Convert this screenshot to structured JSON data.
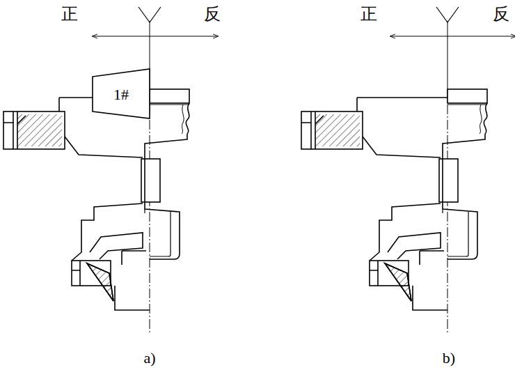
{
  "diagram": {
    "labels": [
      "正",
      "反",
      "1#",
      "a)",
      "正",
      "反",
      "b)"
    ]
  }
}
